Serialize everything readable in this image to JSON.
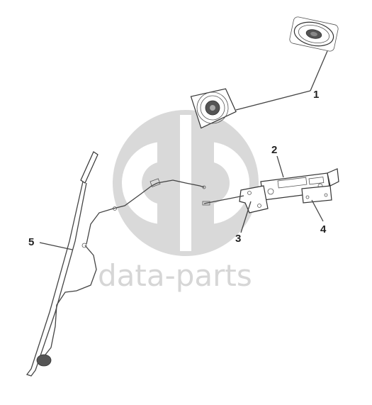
{
  "watermark": {
    "text": "data-parts",
    "color": "#d6d6d6",
    "logo_icon": "dp-logo"
  },
  "callouts": [
    {
      "id": "1",
      "label": "1"
    },
    {
      "id": "2",
      "label": "2"
    },
    {
      "id": "3",
      "label": "3"
    },
    {
      "id": "4",
      "label": "4"
    },
    {
      "id": "5",
      "label": "5"
    }
  ],
  "parts": {
    "speaker_rear": "speaker-icon",
    "speaker_front": "speaker-icon",
    "radio_unit": "radio-icon",
    "bracket": "bracket-icon",
    "mounting_plate": "plate-icon",
    "antenna": "antenna-icon"
  }
}
